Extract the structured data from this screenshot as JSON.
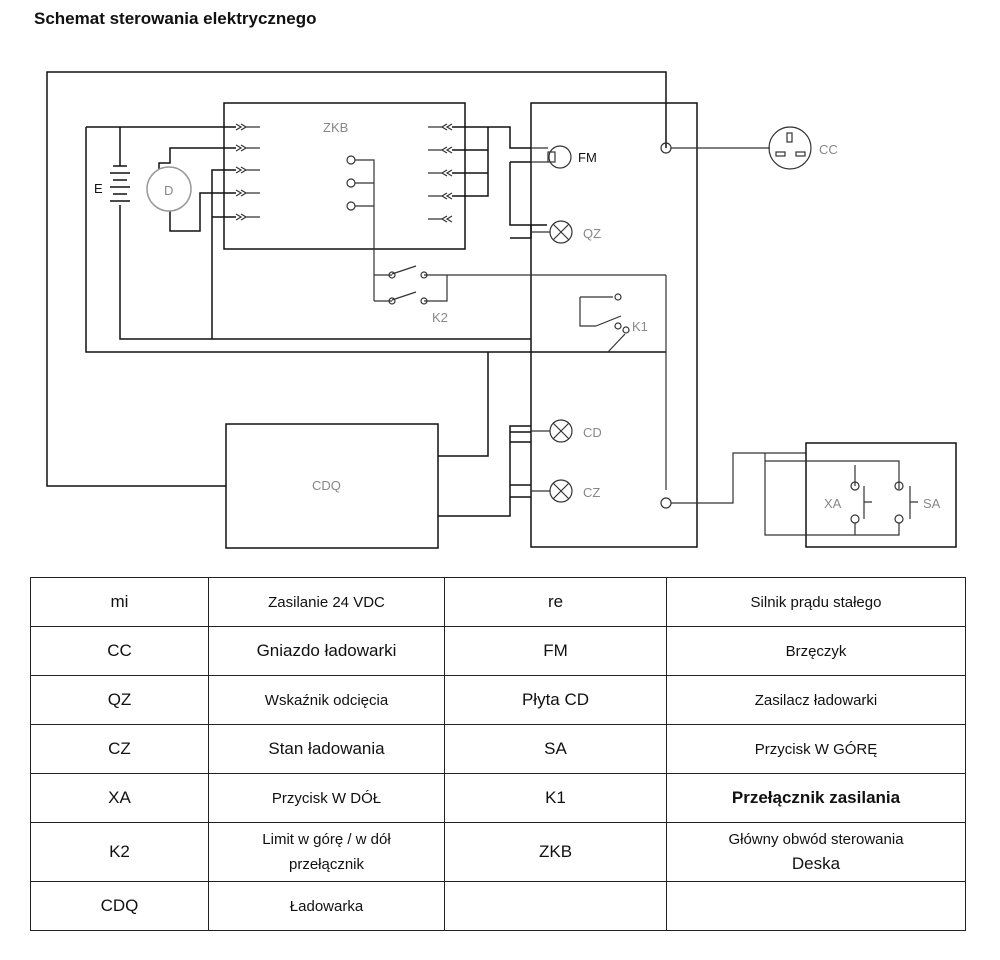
{
  "title": "Schemat sterowania elektrycznego",
  "diagram": {
    "labels": {
      "zkb": "ZKB",
      "e": "E",
      "d": "D",
      "fm": "FM",
      "qz": "QZ",
      "cc": "CC",
      "k2": "K2",
      "k1": "K1",
      "cd": "CD",
      "cz": "CZ",
      "cdq": "CDQ",
      "xa": "XA",
      "sa": "SA"
    }
  },
  "legend": {
    "rows": [
      [
        "mi",
        "Zasilanie 24 VDC",
        "re",
        "Silnik prądu stałego"
      ],
      [
        "CC",
        "Gniazdo ładowarki",
        "FM",
        "Brzęczyk"
      ],
      [
        "QZ",
        "Wskaźnik odcięcia",
        "Płyta CD",
        "Zasilacz ładowarki"
      ],
      [
        "CZ",
        "Stan ładowania",
        "SA",
        "Przycisk W GÓRĘ"
      ],
      [
        "XA",
        "Przycisk W DÓŁ",
        "K1",
        "Przełącznik zasilania"
      ],
      [
        "K2",
        "Limit w górę / w dół",
        "ZKB",
        "Główny obwód sterowania"
      ],
      [
        "CDQ",
        "Ładowarka",
        "",
        ""
      ]
    ],
    "row6_col1_line2": "przełącznik",
    "row6_col3_line2": "Deska"
  }
}
